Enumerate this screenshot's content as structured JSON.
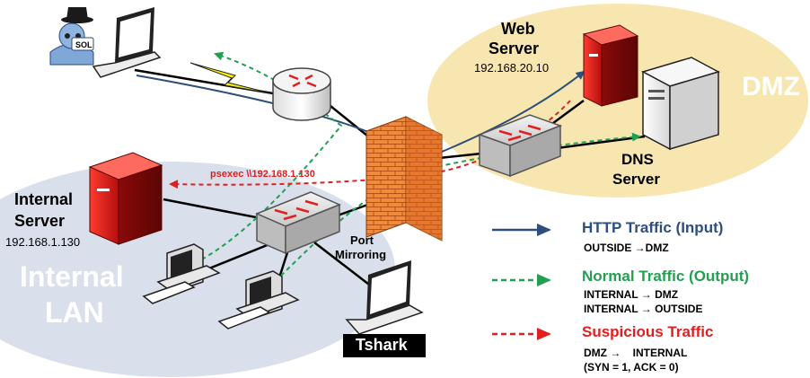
{
  "zones": {
    "dmz": "DMZ",
    "internal_lan_line1": "Internal",
    "internal_lan_line2": "LAN"
  },
  "attacker": {
    "hat_text": "SOL"
  },
  "web_server": {
    "line1": "Web",
    "line2": "Server",
    "ip": "192.168.20.10"
  },
  "dns_server": {
    "line1": "DNS",
    "line2": "Server"
  },
  "internal_server": {
    "line1": "Internal",
    "line2": "Server",
    "ip": "192.168.1.130"
  },
  "psexec_command": "psexec \\\\192.168.1.130",
  "port_mirroring": {
    "line1": "Port",
    "line2": "Mirroring"
  },
  "tshark_label": "Tshark",
  "legend": {
    "http": {
      "title": "HTTP Traffic (Input)",
      "line1": "OUTSIDE →DMZ",
      "color": "#2e4f7c"
    },
    "normal": {
      "title": "Normal Traffic (Output)",
      "line1": "INTERNAL → DMZ",
      "line2": "INTERNAL → OUTSIDE",
      "color": "#22a050"
    },
    "suspicious": {
      "title": "Suspicious Traffic",
      "line1": "DMZ →    INTERNAL",
      "line2": "(SYN = 1, ACK = 0)",
      "color": "#e02020"
    }
  }
}
